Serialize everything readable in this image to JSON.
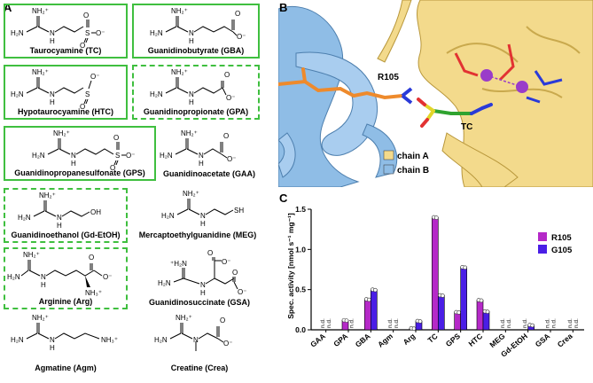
{
  "panels": {
    "a": "A",
    "b": "B",
    "c": "C"
  },
  "compounds": {
    "tc": "Taurocyamine (TC)",
    "gba": "Guanidinobutyrate (GBA)",
    "htc": "Hypotaurocyamine (HTC)",
    "gpa": "Guanidinopropionate (GPA)",
    "gps": "Guanidinopropanesulfonate (GPS)",
    "gaa": "Guanidinoacetate (GAA)",
    "gdetoh": "Guanidinoethanol (Gd-EtOH)",
    "meg": "Mercaptoethylguanidine (MEG)",
    "arg": "Arginine (Arg)",
    "gsa": "Guanidinosuccinate (GSA)",
    "agm": "Agmatine (Agm)",
    "crea": "Creatine (Crea)"
  },
  "chem": {
    "nh2plus": "NH₂⁺",
    "nh2": "H₂N",
    "n": "N",
    "h": "H",
    "o": "O",
    "ominus": "O⁻",
    "s": "S",
    "oh": "OH",
    "sh": "SH",
    "nh3plus": "NH₃⁺",
    "plus_h2n": "⁺H₂N"
  },
  "structure_panel": {
    "residue_label": "R105",
    "ligand_label": "TC",
    "legend": [
      {
        "label": "chain A",
        "color": "#f3da8c"
      },
      {
        "label": "chain B",
        "color": "#8fbde6"
      }
    ]
  },
  "chart_data": {
    "type": "bar",
    "ylabel": "Spec. activity [nmol s⁻¹ mg⁻¹]",
    "ylim": [
      0,
      1.5
    ],
    "yticks": [
      "0.0",
      "0.5",
      "1.0",
      "1.5"
    ],
    "categories": [
      "GAA",
      "GPA",
      "GBA",
      "Agm",
      "Arg",
      "TC",
      "GPS",
      "HTC",
      "MEG",
      "Gd-EtOH",
      "GSA",
      "Crea"
    ],
    "na_label": "n.d.",
    "series": [
      {
        "name": "R105",
        "color": "#b529c8",
        "values": [
          null,
          0.12,
          0.38,
          null,
          0.02,
          1.4,
          0.22,
          0.37,
          null,
          null,
          null,
          null
        ]
      },
      {
        "name": "G105",
        "color": "#4a1ee6",
        "values": [
          null,
          null,
          0.5,
          null,
          0.11,
          0.43,
          0.78,
          0.23,
          null,
          0.06,
          null,
          null
        ]
      }
    ]
  }
}
